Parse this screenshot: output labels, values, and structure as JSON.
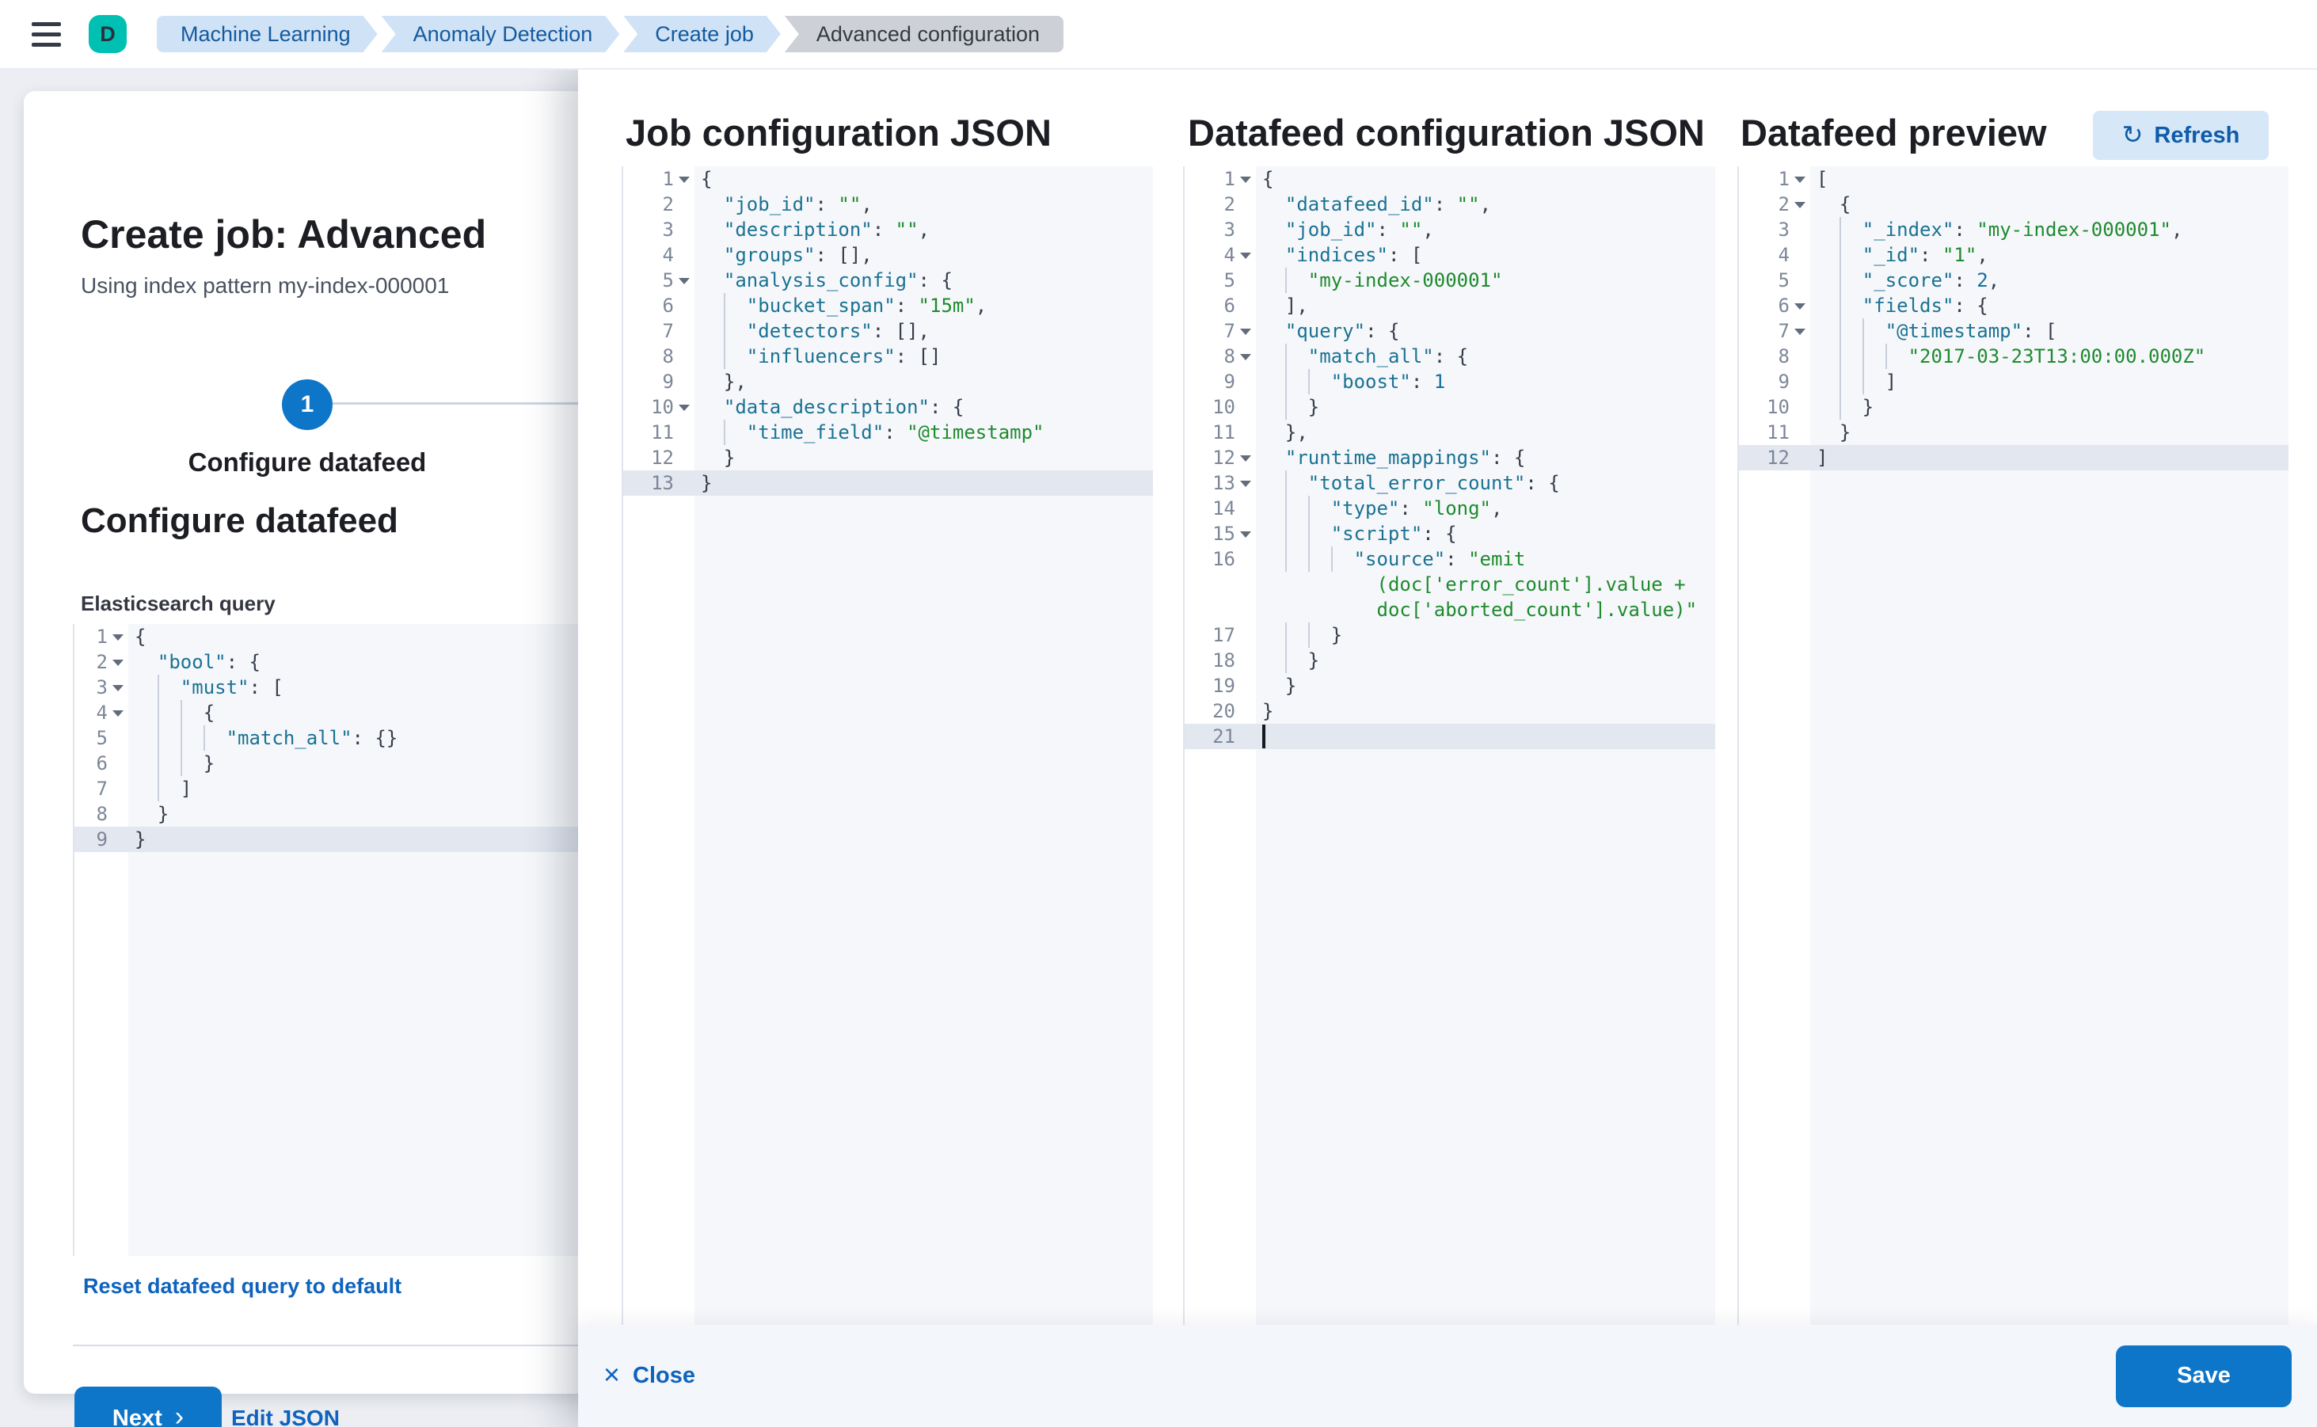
{
  "header": {
    "avatar_initial": "D",
    "breadcrumbs": [
      {
        "label": "Machine Learning"
      },
      {
        "label": "Anomaly Detection"
      },
      {
        "label": "Create job"
      },
      {
        "label": "Advanced configuration"
      }
    ]
  },
  "wizard": {
    "title": "Create job: Advanced",
    "subtitle": "Using index pattern my-index-000001",
    "step_number": "1",
    "step_label": "Configure datafeed",
    "section_title": "Configure datafeed",
    "query_label": "Elasticsearch query",
    "reset_link": "Reset datafeed query to default",
    "next_label": "Next",
    "edit_json_label": "Edit JSON"
  },
  "flyout": {
    "columns": [
      {
        "title": "Job configuration JSON"
      },
      {
        "title": "Datafeed configuration JSON"
      },
      {
        "title": "Datafeed preview"
      }
    ],
    "refresh_label": "Refresh",
    "footer": {
      "close_label": "Close",
      "save_label": "Save"
    }
  },
  "colors": {
    "primary": "#0e76c8",
    "link": "#0f63bd",
    "avatar_teal": "#00bfb3",
    "code_key": "#1a7292",
    "code_string": "#1f8a2e",
    "code_number": "#176e9e",
    "editor_bg": "#f5f7fa",
    "active_line": "#e2e7f0"
  },
  "editors": {
    "es_query": {
      "lines": [
        {
          "n": "1",
          "fold": true,
          "ind": 0,
          "t": [
            [
              "p",
              "{"
            ]
          ]
        },
        {
          "n": "2",
          "fold": true,
          "ind": 2,
          "t": [
            [
              "k",
              "\"bool\""
            ],
            [
              "p",
              ": {"
            ]
          ]
        },
        {
          "n": "3",
          "fold": true,
          "ind": 4,
          "t": [
            [
              "k",
              "\"must\""
            ],
            [
              "p",
              ": ["
            ]
          ]
        },
        {
          "n": "4",
          "fold": true,
          "ind": 6,
          "t": [
            [
              "p",
              "{"
            ]
          ]
        },
        {
          "n": "5",
          "ind": 8,
          "t": [
            [
              "k",
              "\"match_all\""
            ],
            [
              "p",
              ": {}"
            ]
          ]
        },
        {
          "n": "6",
          "ind": 6,
          "t": [
            [
              "p",
              "}"
            ]
          ]
        },
        {
          "n": "7",
          "ind": 4,
          "t": [
            [
              "p",
              "]"
            ]
          ]
        },
        {
          "n": "8",
          "ind": 2,
          "t": [
            [
              "p",
              "}"
            ]
          ]
        },
        {
          "n": "9",
          "act": true,
          "ind": 0,
          "t": [
            [
              "p",
              "}"
            ]
          ]
        }
      ]
    },
    "job": {
      "lines": [
        {
          "n": "1",
          "fold": true,
          "ind": 0,
          "t": [
            [
              "p",
              "{"
            ]
          ]
        },
        {
          "n": "2",
          "ind": 2,
          "t": [
            [
              "k",
              "\"job_id\""
            ],
            [
              "p",
              ": "
            ],
            [
              "s",
              "\"\""
            ],
            [
              "p",
              ","
            ]
          ]
        },
        {
          "n": "3",
          "ind": 2,
          "t": [
            [
              "k",
              "\"description\""
            ],
            [
              "p",
              ": "
            ],
            [
              "s",
              "\"\""
            ],
            [
              "p",
              ","
            ]
          ]
        },
        {
          "n": "4",
          "ind": 2,
          "t": [
            [
              "k",
              "\"groups\""
            ],
            [
              "p",
              ": [],"
            ]
          ]
        },
        {
          "n": "5",
          "fold": true,
          "ind": 2,
          "t": [
            [
              "k",
              "\"analysis_config\""
            ],
            [
              "p",
              ": {"
            ]
          ]
        },
        {
          "n": "6",
          "ind": 4,
          "t": [
            [
              "k",
              "\"bucket_span\""
            ],
            [
              "p",
              ": "
            ],
            [
              "s",
              "\"15m\""
            ],
            [
              "p",
              ","
            ]
          ]
        },
        {
          "n": "7",
          "ind": 4,
          "t": [
            [
              "k",
              "\"detectors\""
            ],
            [
              "p",
              ": [],"
            ]
          ]
        },
        {
          "n": "8",
          "ind": 4,
          "t": [
            [
              "k",
              "\"influencers\""
            ],
            [
              "p",
              ": []"
            ]
          ]
        },
        {
          "n": "9",
          "ind": 2,
          "t": [
            [
              "p",
              "},"
            ]
          ]
        },
        {
          "n": "10",
          "fold": true,
          "ind": 2,
          "t": [
            [
              "k",
              "\"data_description\""
            ],
            [
              "p",
              ": {"
            ]
          ]
        },
        {
          "n": "11",
          "ind": 4,
          "t": [
            [
              "k",
              "\"time_field\""
            ],
            [
              "p",
              ": "
            ],
            [
              "s",
              "\"@timestamp\""
            ]
          ]
        },
        {
          "n": "12",
          "ind": 2,
          "t": [
            [
              "p",
              "}"
            ]
          ]
        },
        {
          "n": "13",
          "act": true,
          "ind": 0,
          "t": [
            [
              "p",
              "}"
            ]
          ]
        }
      ]
    },
    "datafeed": {
      "lines": [
        {
          "n": "1",
          "fold": true,
          "ind": 0,
          "t": [
            [
              "p",
              "{"
            ]
          ]
        },
        {
          "n": "2",
          "ind": 2,
          "t": [
            [
              "k",
              "\"datafeed_id\""
            ],
            [
              "p",
              ": "
            ],
            [
              "s",
              "\"\""
            ],
            [
              "p",
              ","
            ]
          ]
        },
        {
          "n": "3",
          "ind": 2,
          "t": [
            [
              "k",
              "\"job_id\""
            ],
            [
              "p",
              ": "
            ],
            [
              "s",
              "\"\""
            ],
            [
              "p",
              ","
            ]
          ]
        },
        {
          "n": "4",
          "fold": true,
          "ind": 2,
          "t": [
            [
              "k",
              "\"indices\""
            ],
            [
              "p",
              ": ["
            ]
          ]
        },
        {
          "n": "5",
          "ind": 4,
          "t": [
            [
              "s",
              "\"my-index-000001\""
            ]
          ]
        },
        {
          "n": "6",
          "ind": 2,
          "t": [
            [
              "p",
              "],"
            ]
          ]
        },
        {
          "n": "7",
          "fold": true,
          "ind": 2,
          "t": [
            [
              "k",
              "\"query\""
            ],
            [
              "p",
              ": {"
            ]
          ]
        },
        {
          "n": "8",
          "fold": true,
          "ind": 4,
          "t": [
            [
              "k",
              "\"match_all\""
            ],
            [
              "p",
              ": {"
            ]
          ]
        },
        {
          "n": "9",
          "ind": 6,
          "t": [
            [
              "k",
              "\"boost\""
            ],
            [
              "p",
              ": "
            ],
            [
              "n",
              "1"
            ]
          ]
        },
        {
          "n": "10",
          "ind": 4,
          "t": [
            [
              "p",
              "}"
            ]
          ]
        },
        {
          "n": "11",
          "ind": 2,
          "t": [
            [
              "p",
              "},"
            ]
          ]
        },
        {
          "n": "12",
          "fold": true,
          "ind": 2,
          "t": [
            [
              "k",
              "\"runtime_mappings\""
            ],
            [
              "p",
              ": {"
            ]
          ]
        },
        {
          "n": "13",
          "fold": true,
          "ind": 4,
          "t": [
            [
              "k",
              "\"total_error_count\""
            ],
            [
              "p",
              ": {"
            ]
          ]
        },
        {
          "n": "14",
          "ind": 6,
          "t": [
            [
              "k",
              "\"type\""
            ],
            [
              "p",
              ": "
            ],
            [
              "s",
              "\"long\""
            ],
            [
              "p",
              ","
            ]
          ]
        },
        {
          "n": "15",
          "fold": true,
          "ind": 6,
          "t": [
            [
              "k",
              "\"script\""
            ],
            [
              "p",
              ": {"
            ]
          ]
        },
        {
          "n": "16",
          "ind": 8,
          "t": [
            [
              "k",
              "\"source\""
            ],
            [
              "p",
              ": "
            ],
            [
              "s",
              "\"emit"
            ]
          ]
        },
        {
          "wrap": true,
          "ind": 10,
          "t": [
            [
              "s",
              "(doc['error_count'].value +"
            ]
          ]
        },
        {
          "wrap": true,
          "ind": 10,
          "t": [
            [
              "s",
              "doc['aborted_count'].value)\""
            ]
          ]
        },
        {
          "n": "17",
          "ind": 6,
          "t": [
            [
              "p",
              "}"
            ]
          ]
        },
        {
          "n": "18",
          "ind": 4,
          "t": [
            [
              "p",
              "}"
            ]
          ]
        },
        {
          "n": "19",
          "ind": 2,
          "t": [
            [
              "p",
              "}"
            ]
          ]
        },
        {
          "n": "20",
          "ind": 0,
          "t": [
            [
              "p",
              "}"
            ]
          ]
        },
        {
          "n": "21",
          "act": true,
          "cur": true,
          "ind": 0,
          "t": []
        }
      ]
    },
    "preview": {
      "lines": [
        {
          "n": "1",
          "fold": true,
          "ind": 0,
          "t": [
            [
              "p",
              "["
            ]
          ]
        },
        {
          "n": "2",
          "fold": true,
          "ind": 2,
          "t": [
            [
              "p",
              "{"
            ]
          ]
        },
        {
          "n": "3",
          "ind": 4,
          "t": [
            [
              "k",
              "\"_index\""
            ],
            [
              "p",
              ": "
            ],
            [
              "s",
              "\"my-index-000001\""
            ],
            [
              "p",
              ","
            ]
          ]
        },
        {
          "n": "4",
          "ind": 4,
          "t": [
            [
              "k",
              "\"_id\""
            ],
            [
              "p",
              ": "
            ],
            [
              "s",
              "\"1\""
            ],
            [
              "p",
              ","
            ]
          ]
        },
        {
          "n": "5",
          "ind": 4,
          "t": [
            [
              "k",
              "\"_score\""
            ],
            [
              "p",
              ": "
            ],
            [
              "n",
              "2"
            ],
            [
              "p",
              ","
            ]
          ]
        },
        {
          "n": "6",
          "fold": true,
          "ind": 4,
          "t": [
            [
              "k",
              "\"fields\""
            ],
            [
              "p",
              ": {"
            ]
          ]
        },
        {
          "n": "7",
          "fold": true,
          "ind": 6,
          "t": [
            [
              "k",
              "\"@timestamp\""
            ],
            [
              "p",
              ": ["
            ]
          ]
        },
        {
          "n": "8",
          "ind": 8,
          "t": [
            [
              "s",
              "\"2017-03-23T13:00:00.000Z\""
            ]
          ]
        },
        {
          "n": "9",
          "ind": 6,
          "t": [
            [
              "p",
              "]"
            ]
          ]
        },
        {
          "n": "10",
          "ind": 4,
          "t": [
            [
              "p",
              "}"
            ]
          ]
        },
        {
          "n": "11",
          "ind": 2,
          "t": [
            [
              "p",
              "}"
            ]
          ]
        },
        {
          "n": "12",
          "act": true,
          "ind": 0,
          "t": [
            [
              "p",
              "]"
            ]
          ]
        }
      ]
    }
  }
}
